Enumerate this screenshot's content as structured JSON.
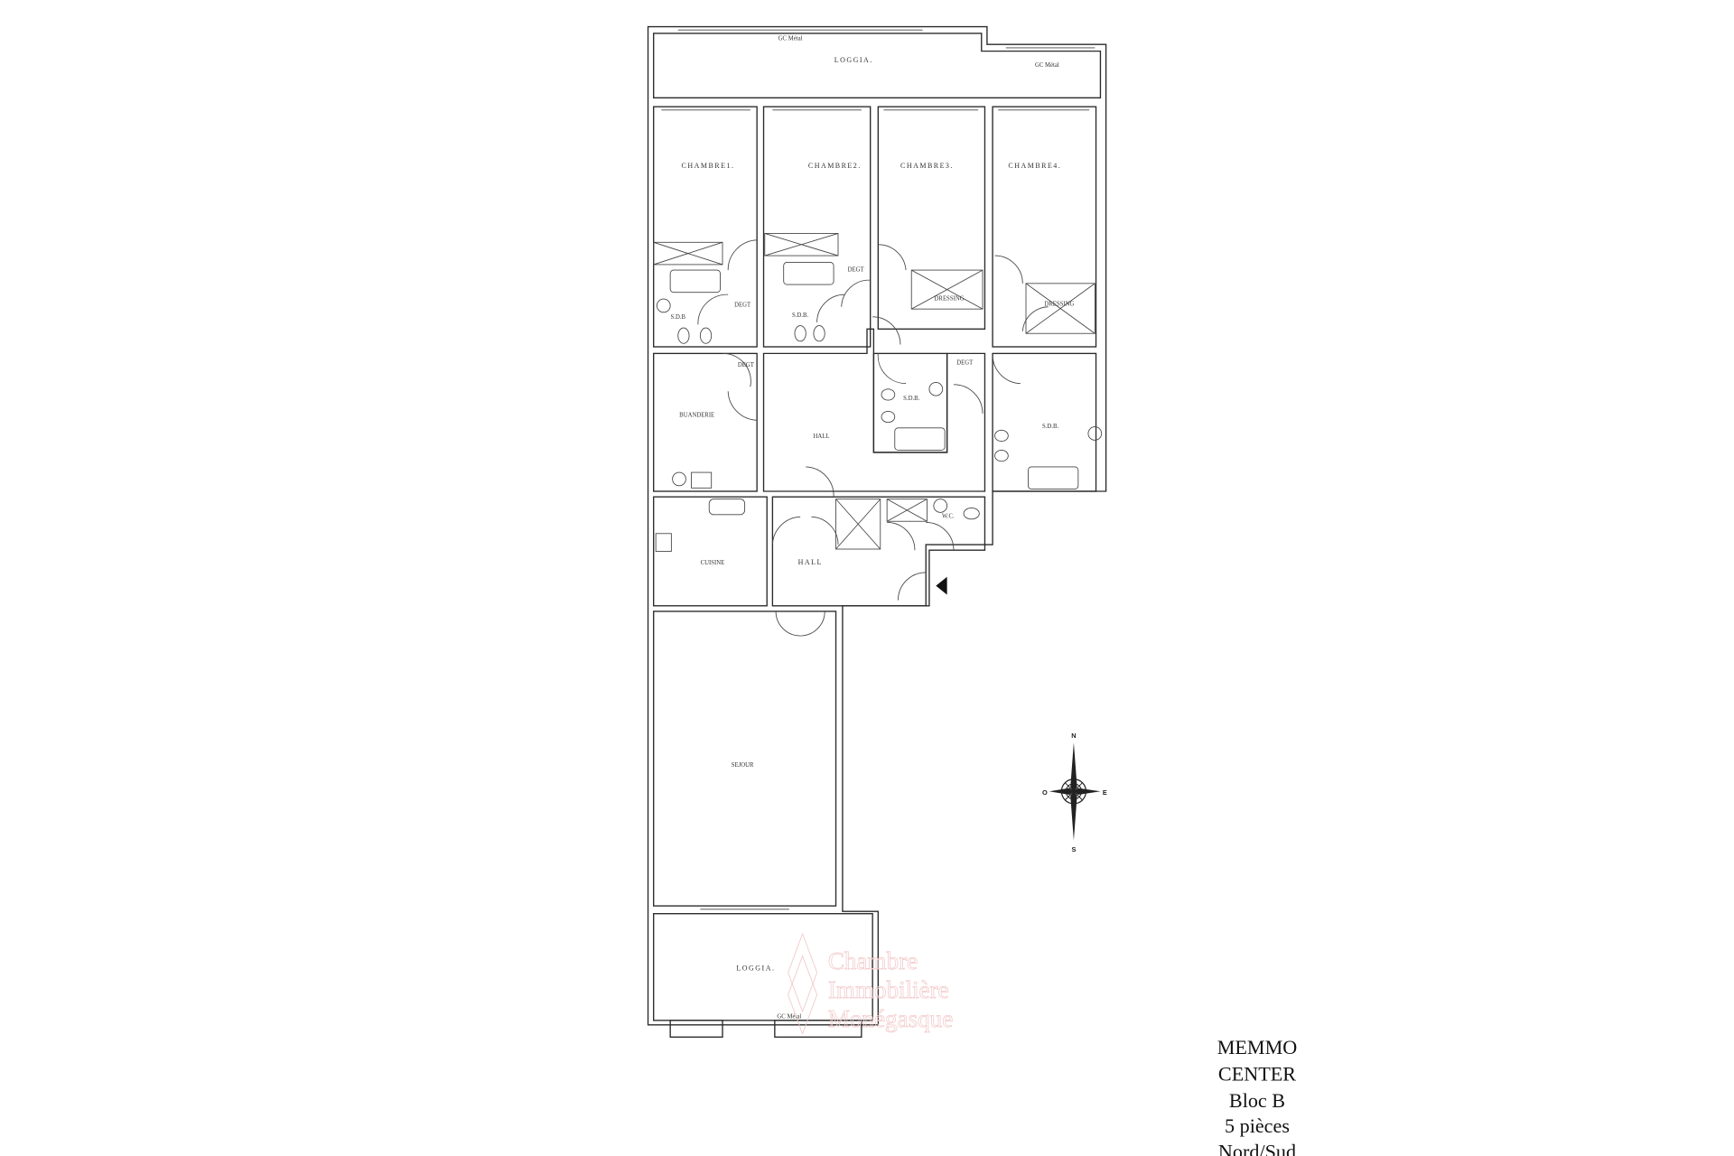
{
  "plan": {
    "rooms": {
      "loggia_top": "LOGGIA.",
      "gc_metal_top_left": "GC Métal",
      "gc_metal_top_right": "GC Métal",
      "chambre1": "CHAMBRE1.",
      "chambre2": "CHAMBRE2.",
      "chambre3": "CHAMBRE3.",
      "chambre4": "CHAMBRE4.",
      "sdb1": "S.D.B",
      "sdb2": "S.D.B.",
      "sdb3": "S.D.B.",
      "sdb4": "S.D.B.",
      "degt1": "DEGT",
      "degt2": "DEGT",
      "degt3": "DEGT",
      "degt4": "DEGT",
      "dressing1": "DRESSING",
      "dressing2": "DRESSING",
      "buanderie": "BUANDERIE",
      "hall1": "HALL",
      "hall2": "HALL",
      "wc": "W.C.",
      "cuisine": "CUISINE",
      "sejour": "SEJOUR",
      "loggia_bottom": "LOGGIA.",
      "gc_metal_bottom": "GC Métal"
    },
    "compass": {
      "n": "N",
      "s": "S",
      "e": "E",
      "o": "O"
    },
    "watermark": [
      "Chambre",
      "Immobilière",
      "Monégasque"
    ]
  },
  "caption": {
    "line1": "MEMMO",
    "line2": "CENTER",
    "line3": "Bloc B",
    "line4": "5 pièces",
    "line5": "Nord/Sud"
  }
}
